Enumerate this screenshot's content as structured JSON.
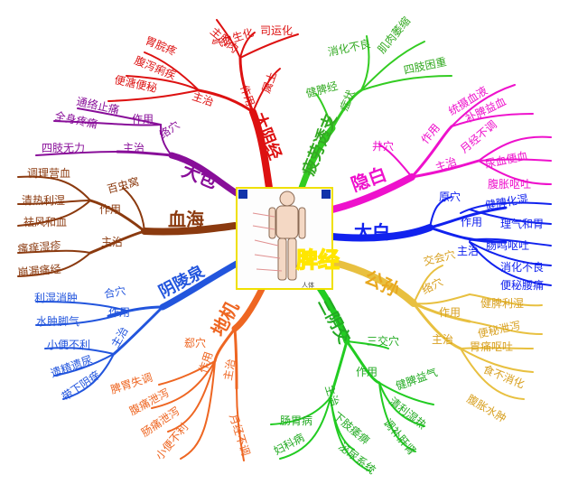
{
  "center": {
    "title": "脾经",
    "figure_caption": "人体",
    "colors": {
      "title_fill": "#ff2222",
      "title_stroke": "#ffe600",
      "box_border": "#f0e000"
    }
  },
  "branches": {
    "taibai": {
      "title": "太白",
      "color": "#1122ee",
      "labels": {
        "yuanxue": "原穴",
        "zuoyong": "作用",
        "jianpi": "健脾化湿",
        "liqi": "理气和胃",
        "zhuzhi": "主治",
        "changming": "肠鸣呕吐",
        "xiaohua": "消化不良",
        "bianmi": "便秘腰痛"
      }
    },
    "gongsun": {
      "title": "公孙",
      "color": "#e8c040",
      "labels": {
        "jiaohui": "交会穴",
        "luoxue": "络穴",
        "zuoyong": "作用",
        "jianpi": "健脾利湿",
        "bianzhi": "便秘泄泻",
        "zhuzhi": "主治",
        "weitong": "胃痛呕吐",
        "shibu": "食不消化",
        "fuzhang": "腹胀水肿"
      }
    },
    "sanyinjiao": {
      "title": "三阴交",
      "color": "#22cc22",
      "labels": {
        "sanjiao": "三交穴",
        "zuoyong": "作用",
        "zhuzhi": "主治",
        "jianpi": "健脾益气",
        "qingli": "清利湿热",
        "tiaogan": "调补肝肾",
        "changwei": "肠胃病",
        "xiazhi": "下肢痿痹",
        "fuke": "妇科病",
        "miniao": "泌尿系统"
      }
    },
    "diji": {
      "title": "地机",
      "color": "#ee6622",
      "labels": {
        "xixue": "郄穴",
        "zuoyong": "作用",
        "zhuzhi": "主治",
        "jianpi": "脾胃失调",
        "futong": "腹痛泄泻",
        "changming": "肠痛泄泻",
        "xiaobian": "小便不利",
        "yuejing": "月经不调"
      }
    },
    "yinlingquan": {
      "title": "阴陵泉",
      "color": "#2255dd",
      "labels": {
        "hexue": "合穴",
        "zuoyong": "作用",
        "zhuzhi": "主治",
        "lishi": "利湿消肿",
        "shuizhong": "水肿脚气",
        "xiaobian": "小便不利",
        "yijing": "遗精遗尿",
        "daixia": "带下阴痒"
      }
    },
    "xuehai": {
      "title": "血海",
      "color": "#8b3a0f",
      "labels": {
        "baichong": "百虫窝",
        "zuoyong": "作用",
        "zhuzhi": "主治",
        "tiaoli": "调理营血",
        "qingre": "清热利湿",
        "qufeng": "祛风和血",
        "saoyang": "瘙痒湿疹",
        "benglou": "崩漏痛经"
      }
    },
    "dabao": {
      "title": "大包",
      "color": "#880e99",
      "labels": {
        "zuoyong": "作用",
        "luoxue": "络穴",
        "zhuzhi": "主治",
        "tongluo": "通络止痛",
        "quanshen": "全身疼痛",
        "sizhi": "四肢无力"
      }
    },
    "taiyinjing": {
      "title": "太阴经",
      "color": "#dd1111",
      "labels": {
        "zhujiming": "主肌肉",
        "qixue": "气血生化",
        "siyunhua": "司运化",
        "zuoyong": "作用",
        "shutu": "属土",
        "weiwan": "胃脘疼",
        "fuxie": "腹泻痢疾",
        "bianxie": "便溏便秘",
        "zhuzhi": "主治"
      }
    },
    "pilao": {
      "title": "疲劳透支",
      "color": "#33cc22",
      "labels": {
        "xiaohua": "消化不良",
        "jirou": "肌肉萎缩",
        "sizhi": "四肢困重",
        "jianpi": "健脾经",
        "zhengzhuang": "症状"
      }
    },
    "yinbai": {
      "title": "隐白",
      "color": "#ee11cc",
      "labels": {
        "jingxue": "井穴",
        "zuoyong": "作用",
        "zhuzhi": "主治",
        "xuxue": "统摄血液",
        "buqi": "补脾益血",
        "yuejing": "月经不调",
        "niaoxue": "尿血便血",
        "fuzhang": "腹胀呕吐"
      }
    }
  }
}
